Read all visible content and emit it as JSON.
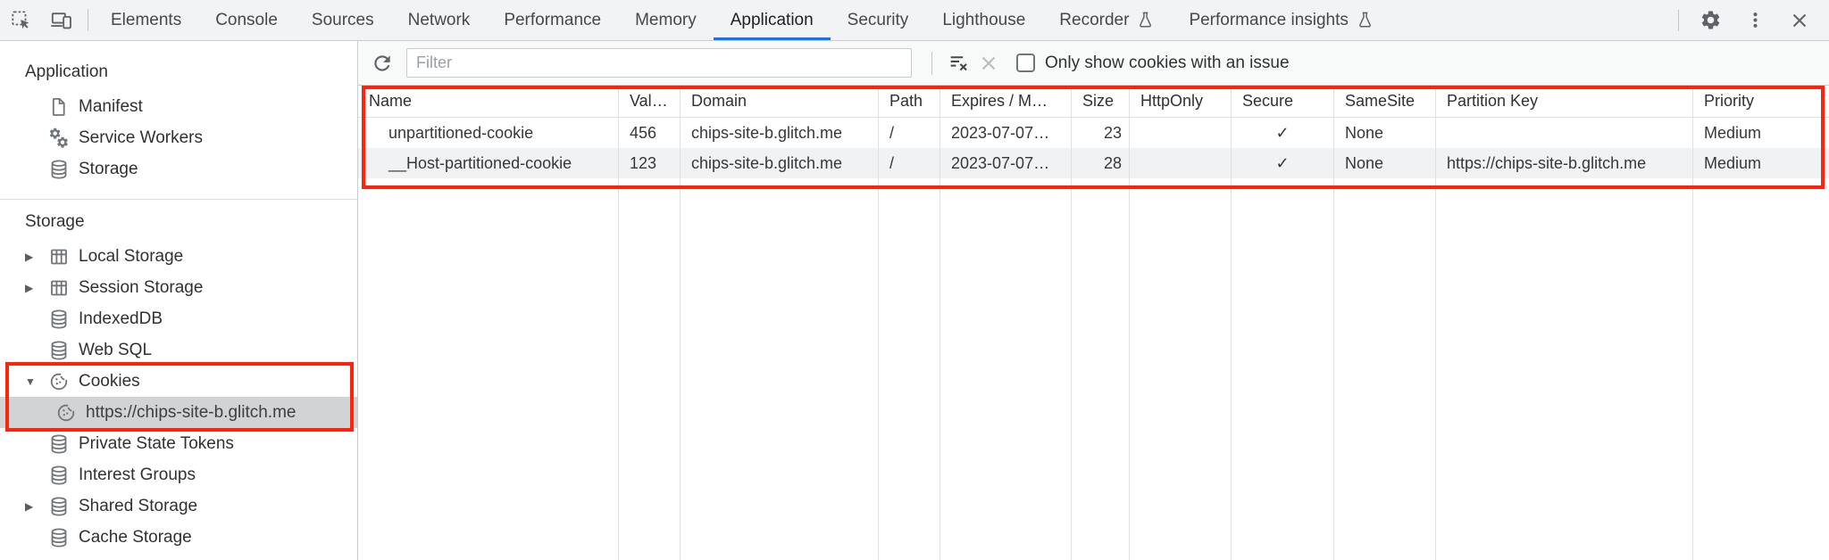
{
  "tab_bar": {
    "tabs": [
      {
        "label": "Elements",
        "selected": false
      },
      {
        "label": "Console",
        "selected": false
      },
      {
        "label": "Sources",
        "selected": false
      },
      {
        "label": "Network",
        "selected": false
      },
      {
        "label": "Performance",
        "selected": false
      },
      {
        "label": "Memory",
        "selected": false
      },
      {
        "label": "Application",
        "selected": true
      },
      {
        "label": "Security",
        "selected": false
      },
      {
        "label": "Lighthouse",
        "selected": false
      },
      {
        "label": "Recorder",
        "selected": false,
        "experimental": true
      },
      {
        "label": "Performance insights",
        "selected": false,
        "experimental": true
      }
    ]
  },
  "sidebar": {
    "sections": [
      {
        "title": "Application",
        "items": [
          {
            "label": "Manifest",
            "icon": "document-icon",
            "expander": ""
          },
          {
            "label": "Service Workers",
            "icon": "gears-icon",
            "expander": ""
          },
          {
            "label": "Storage",
            "icon": "database-icon",
            "expander": ""
          }
        ]
      },
      {
        "title": "Storage",
        "items": [
          {
            "label": "Local Storage",
            "icon": "table-icon",
            "expander": "▶"
          },
          {
            "label": "Session Storage",
            "icon": "table-icon",
            "expander": "▶"
          },
          {
            "label": "IndexedDB",
            "icon": "database-icon",
            "expander": ""
          },
          {
            "label": "Web SQL",
            "icon": "database-icon",
            "expander": ""
          },
          {
            "label": "Cookies",
            "icon": "cookie-icon",
            "expander": "▼",
            "highlighted": true
          },
          {
            "label": "https://chips-site-b.glitch.me",
            "icon": "cookie-icon",
            "expander": "",
            "selected": true,
            "indented": true
          },
          {
            "label": "Private State Tokens",
            "icon": "database-icon",
            "expander": ""
          },
          {
            "label": "Interest Groups",
            "icon": "database-icon",
            "expander": ""
          },
          {
            "label": "Shared Storage",
            "icon": "database-icon",
            "expander": "▶"
          },
          {
            "label": "Cache Storage",
            "icon": "database-icon",
            "expander": ""
          }
        ]
      }
    ]
  },
  "cookies_toolbar": {
    "filter_placeholder": "Filter",
    "filter_value": "",
    "only_show_label": "Only show cookies with an issue",
    "checkbox_checked": false
  },
  "cookie_table": {
    "columns": [
      "Name",
      "Value",
      "Domain",
      "Path",
      "Expires / M…",
      "Size",
      "HttpOnly",
      "Secure",
      "SameSite",
      "Partition Key",
      "Priority"
    ],
    "rows": [
      {
        "name": "unpartitioned-cookie",
        "value": "456",
        "domain": "chips-site-b.glitch.me",
        "path": "/",
        "expires": "2023-07-07…",
        "size": "23",
        "http_only": "",
        "secure": "✓",
        "same_site": "None",
        "partition_key": "",
        "priority": "Medium"
      },
      {
        "name": "__Host-partitioned-cookie",
        "value": "123",
        "domain": "chips-site-b.glitch.me",
        "path": "/",
        "expires": "2023-07-07…",
        "size": "28",
        "http_only": "",
        "secure": "✓",
        "same_site": "None",
        "partition_key": "https://chips-site-b.glitch.me",
        "priority": "Medium"
      }
    ]
  },
  "annotations": {
    "highlight_box_color": "#ff220c"
  },
  "colors": {
    "tab_accent": "#1a73e8",
    "tabbar_bg": "#f1f3f4",
    "selected_item_bg": "#d2d3d5",
    "row_alt_bg": "#f1f2f4",
    "icon_gray": "#5f6368",
    "border_gray": "#cacdd1"
  }
}
